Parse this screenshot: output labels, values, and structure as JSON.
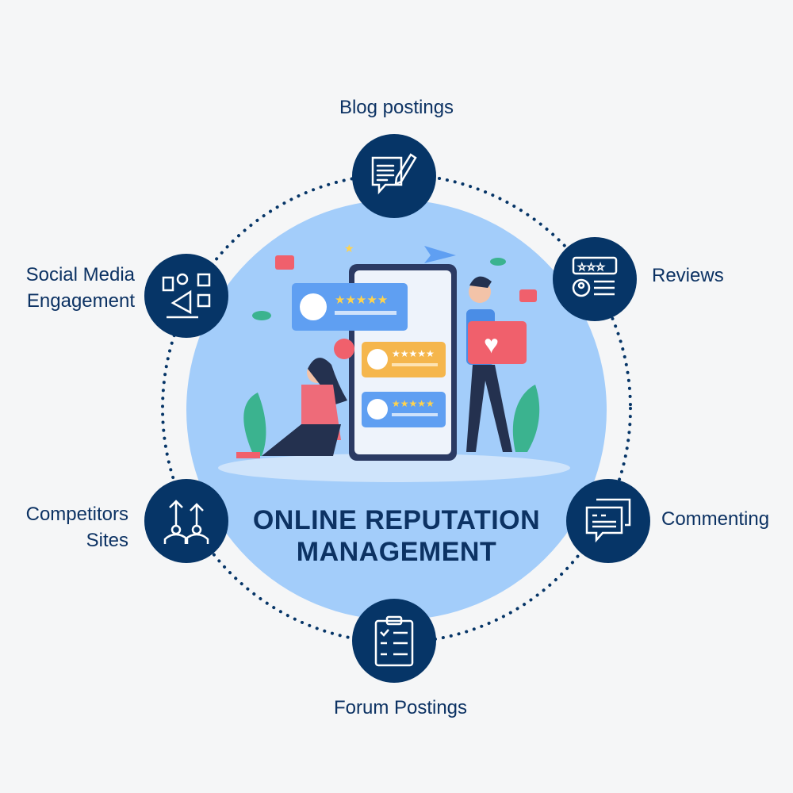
{
  "title": {
    "line1": "ONLINE REPUTATION MANAGEMENT",
    "line1a": "ONLINE REPUTATION",
    "line2": "MANAGEMENT"
  },
  "nodes": {
    "blog": {
      "label": "Blog postings",
      "icon": "chat-pen-icon"
    },
    "reviews": {
      "label": "Reviews",
      "icon": "star-review-icon"
    },
    "commenting": {
      "label": "Commenting",
      "icon": "comment-bubbles-icon"
    },
    "forum": {
      "label": "Forum Postings",
      "icon": "clipboard-checklist-icon"
    },
    "competitors": {
      "label1": "Competitors",
      "label2": "Sites",
      "icon": "competitors-arrows-icon"
    },
    "social": {
      "label1": "Social Media",
      "label2": "Engagement",
      "icon": "megaphone-social-icon"
    }
  },
  "colors": {
    "node": "#063567",
    "circle": "#a3cdfa",
    "text": "#0c3263",
    "background": "#f5f6f7"
  }
}
